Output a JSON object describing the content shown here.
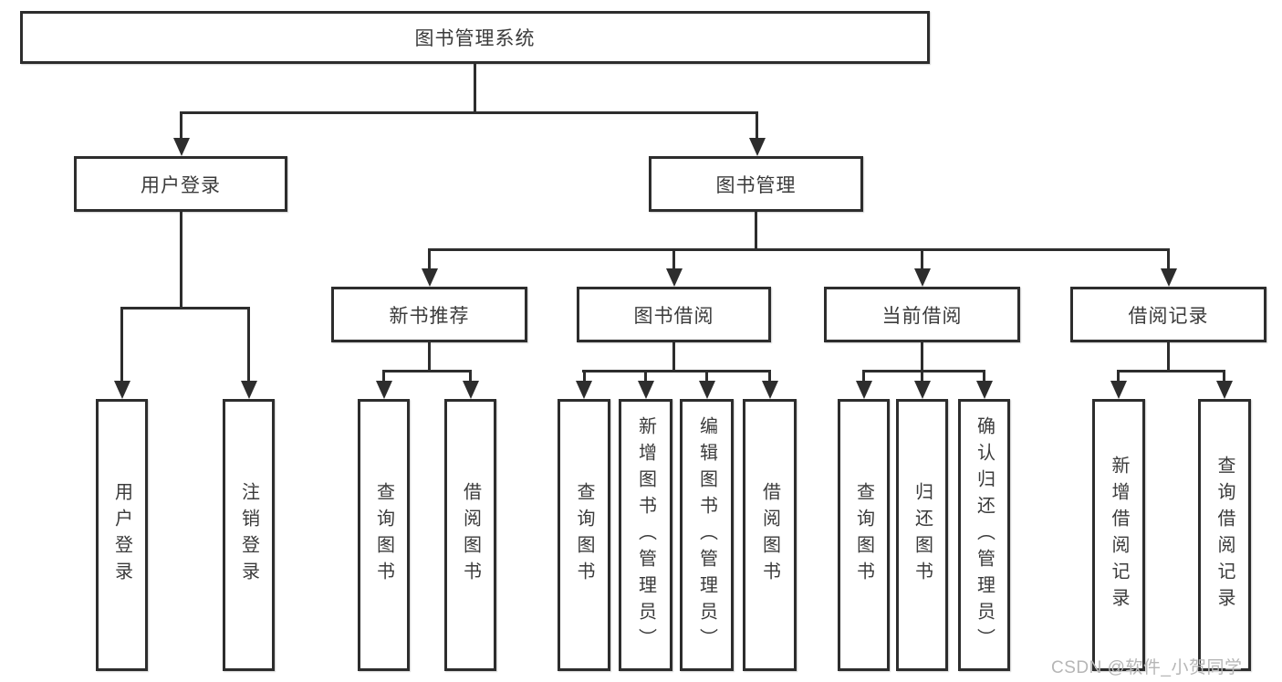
{
  "tree": {
    "root": {
      "label": "图书管理系统"
    },
    "branches": [
      {
        "label": "用户登录",
        "children": [
          {
            "label": "用户登录"
          },
          {
            "label": "注销登录"
          }
        ]
      },
      {
        "label": "图书管理",
        "children": [
          {
            "label": "新书推荐",
            "children": [
              {
                "label": "查询图书"
              },
              {
                "label": "借阅图书"
              }
            ]
          },
          {
            "label": "图书借阅",
            "children": [
              {
                "label": "查询图书"
              },
              {
                "label": "新增图书（管理员）"
              },
              {
                "label": "编辑图书（管理员）"
              },
              {
                "label": "借阅图书"
              }
            ]
          },
          {
            "label": "当前借阅",
            "children": [
              {
                "label": "查询图书"
              },
              {
                "label": "归还图书"
              },
              {
                "label": "确认归还（管理员）"
              }
            ]
          },
          {
            "label": "借阅记录",
            "children": [
              {
                "label": "新增借阅记录"
              },
              {
                "label": "查询借阅记录"
              }
            ]
          }
        ]
      }
    ]
  },
  "watermark": {
    "text": "CSDN @软件_小贺同学"
  },
  "colors": {
    "line": "#2d2d2d",
    "text": "#3b3b3b",
    "watermark": "#b6b6b6",
    "bg": "#ffffff"
  }
}
